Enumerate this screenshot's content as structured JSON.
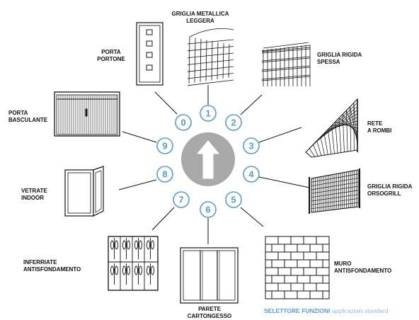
{
  "center": {
    "symbol": "up-arrow"
  },
  "positions": [
    {
      "number": "0",
      "label": [
        "PORTA",
        "PORTONE"
      ]
    },
    {
      "number": "1",
      "label": [
        "GRIGLIA METALLICA",
        "LEGGERA"
      ]
    },
    {
      "number": "2",
      "label": [
        "GRIGLIA RIGIDA",
        "SPESSA"
      ]
    },
    {
      "number": "3",
      "label": [
        "RETE",
        "A ROMBI"
      ]
    },
    {
      "number": "4",
      "label": [
        "GRIGLIA RIGIDA",
        "ORSOGRILL"
      ]
    },
    {
      "number": "5",
      "label": [
        "MURO",
        "ANTISFONDAMENTO"
      ]
    },
    {
      "number": "6",
      "label": [
        "PARETE",
        "CARTONGESSO"
      ]
    },
    {
      "number": "7",
      "label": [
        "INFERRIATE",
        "ANTISFONDAMENTO"
      ]
    },
    {
      "number": "8",
      "label": [
        "VETRATE",
        "INDOOR"
      ]
    },
    {
      "number": "9",
      "label": [
        "PORTA",
        "BASCULANTE"
      ]
    }
  ],
  "footer": {
    "title": "SELETTORE FUNZIONI",
    "subtitle": "applicazioni standard"
  },
  "colors": {
    "accent": "#5a9bc6",
    "hub": "#a9a9a9",
    "line": "#111111"
  }
}
